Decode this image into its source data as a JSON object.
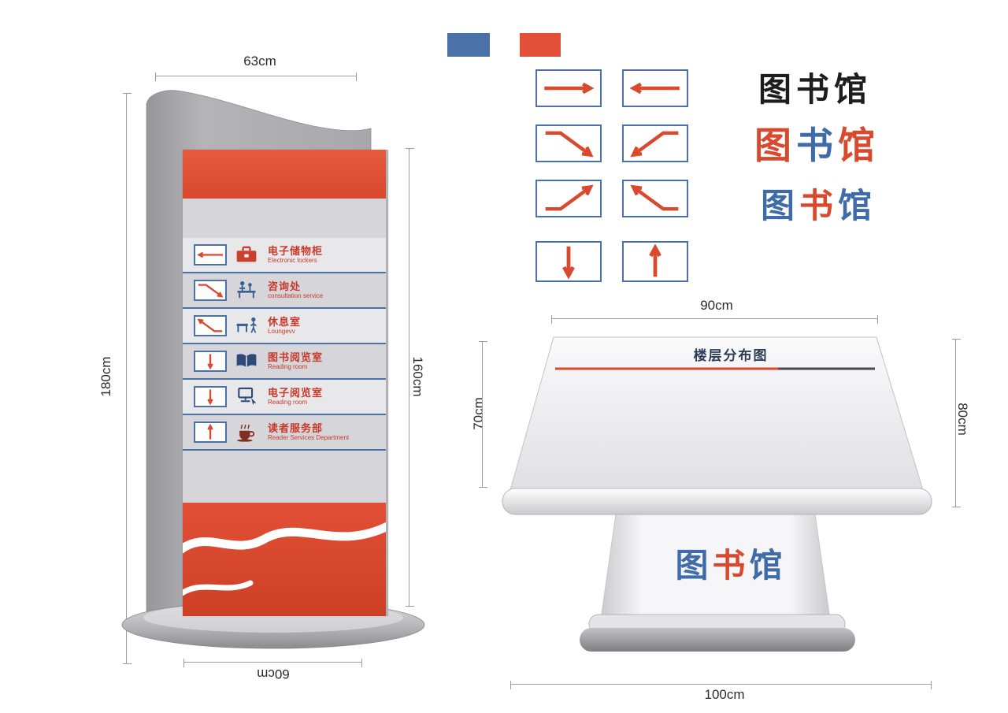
{
  "colors": {
    "blue": "#4a72a8",
    "orange": "#e2503a",
    "arrow": "#d8492e",
    "text_red": "#c8392a",
    "panel_gray": "#d6d6da"
  },
  "swatches": [
    {
      "name": "blue",
      "hex": "#4a72a8"
    },
    {
      "name": "orange",
      "hex": "#e2503a"
    }
  ],
  "pylon": {
    "dims": {
      "top": "63cm",
      "left": "180cm",
      "right": "160cm",
      "bottom": "60cm"
    },
    "rows": [
      {
        "arrow": "left",
        "icon": "locker-icon",
        "zh": "电子储物柜",
        "en": "Electronic lockers"
      },
      {
        "arrow": "down-right",
        "icon": "consultation-icon",
        "zh": "咨询处",
        "en": "consultation service"
      },
      {
        "arrow": "up-left",
        "icon": "lounge-icon",
        "zh": "休息室",
        "en": "Loungevv"
      },
      {
        "arrow": "down",
        "icon": "book-icon",
        "zh": "图书阅览室",
        "en": "Reading room"
      },
      {
        "arrow": "down",
        "icon": "ereader-icon",
        "zh": "电子阅览室",
        "en": "Reading room"
      },
      {
        "arrow": "up",
        "icon": "cafe-icon",
        "zh": "读者服务部",
        "en": "Reader Services Department"
      }
    ]
  },
  "arrow_matrix": [
    "right",
    "left",
    "down-right",
    "down-left",
    "up-right",
    "up-left",
    "down",
    "up"
  ],
  "logo": {
    "text": "图书馆",
    "variants": [
      {
        "name": "black",
        "colors": [
          "#1d1d1d",
          "#1d1d1d",
          "#1d1d1d"
        ]
      },
      {
        "name": "orange-blue",
        "colors": [
          "#d8492e",
          "#3f6ba8",
          "#d8492e"
        ]
      },
      {
        "name": "blue-orange",
        "colors": [
          "#3f6ba8",
          "#d8492e",
          "#3f6ba8"
        ]
      }
    ]
  },
  "lectern": {
    "title": "楼层分布图",
    "dims": {
      "top": "90cm",
      "left": "70cm",
      "right": "80cm",
      "bottom": "100cm"
    },
    "logo_colors": [
      "#3f6ba8",
      "#d8492e",
      "#3f6ba8"
    ]
  }
}
